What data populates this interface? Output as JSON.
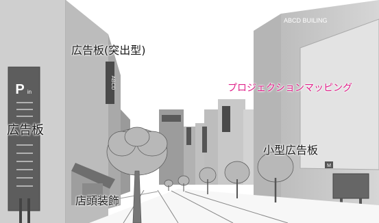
{
  "labels": {
    "protruding_sign": "広告板(突出型)",
    "billboard": "広告板",
    "projection_mapping": "プロジェクションマッピング",
    "small_billboard": "小型広告板",
    "storefront_decoration": "店頭装飾"
  },
  "signs": {
    "parking_letter": "P",
    "parking_sub": "in",
    "vertical_sign_text": "ABCD",
    "building_name": "ABCD BUILING",
    "small_sign_letter": "M"
  },
  "colors": {
    "projection_label": "#e0218a"
  }
}
